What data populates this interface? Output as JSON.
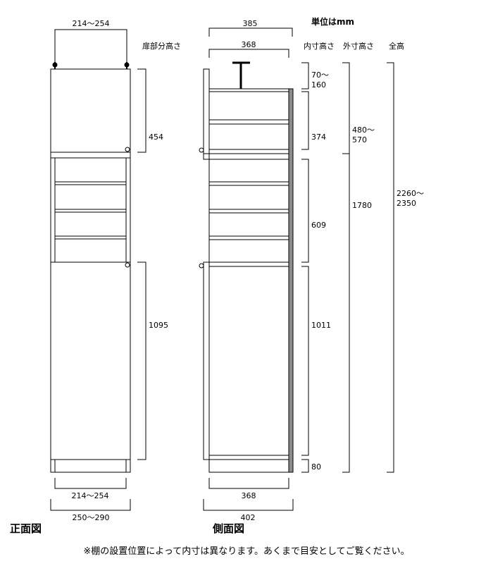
{
  "header": {
    "unit": "単位はmm"
  },
  "column_headers": {
    "door_height": "扉部分高さ",
    "inner_height": "内寸高さ",
    "outer_height": "外寸高さ",
    "total_height": "全高"
  },
  "front_view": {
    "title": "正面図",
    "top_width": "214〜254",
    "bottom_inner_width": "214〜254",
    "bottom_outer_width": "250〜290",
    "upper_door_height": "454",
    "lower_door_height": "1095"
  },
  "side_view": {
    "title": "側面図",
    "top_depth_outer": "385",
    "top_depth_inner": "368",
    "bottom_depth_inner": "368",
    "bottom_depth_outer": "402"
  },
  "inner_heights": {
    "adjuster_line1": "70〜",
    "adjuster_line2": "160",
    "upper": "374",
    "middle": "609",
    "lower": "1011",
    "base": "80"
  },
  "outer_heights": {
    "upper_line1": "480〜",
    "upper_line2": "570",
    "lower": "1780"
  },
  "total_height": {
    "line1": "2260〜",
    "line2": "2350"
  },
  "footnote": "※棚の設置位置によって内寸は異なります。あくまで目安としてご覧ください。"
}
